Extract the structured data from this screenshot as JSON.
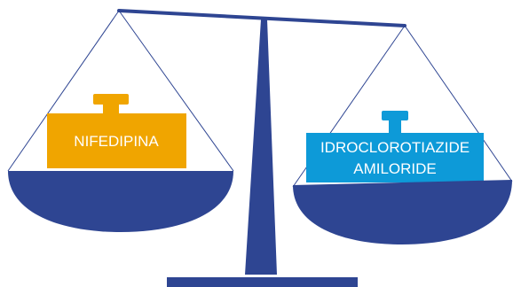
{
  "left_weight": {
    "label": "NIFEDIPINA",
    "color": "#f0a500"
  },
  "right_weight": {
    "line1": "IDROCLOROTIAZIDE",
    "line2": "AMILORIDE",
    "color": "#0d9ad8"
  },
  "scale_color": "#2e4592"
}
